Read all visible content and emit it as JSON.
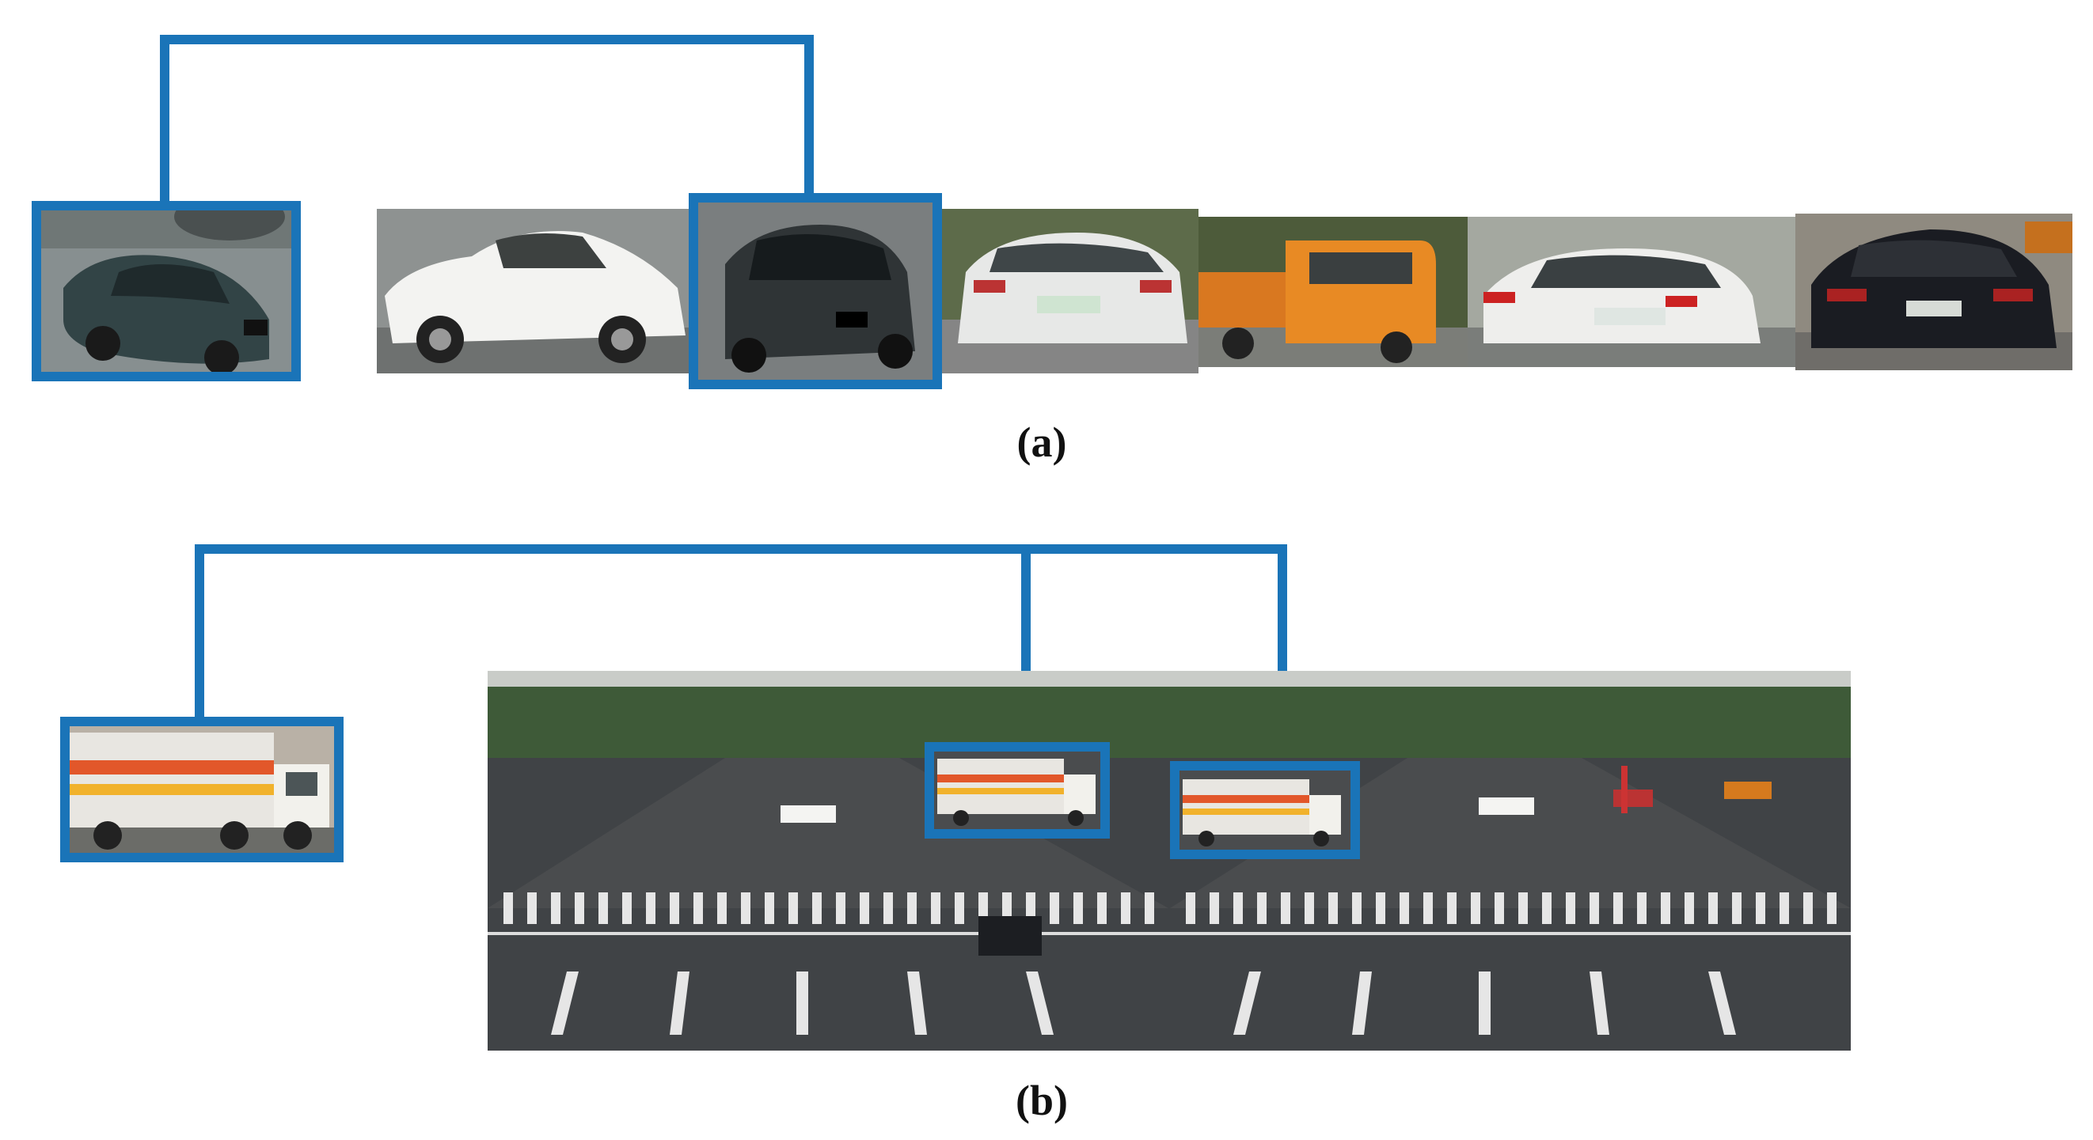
{
  "panel_a": {
    "label": "(a)",
    "query": "dark-green-hatchback",
    "gallery": [
      "white-sedan",
      "dark-green-hatchback-match",
      "white-sedan-rear",
      "orange-truck",
      "white-mercedes-rear",
      "black-sedan-rear"
    ],
    "match_color": "#1a74b8"
  },
  "panel_b": {
    "label": "(b)",
    "query": "white-box-truck",
    "scenes": [
      "intersection-frame-1",
      "intersection-frame-2"
    ],
    "match_color": "#1a74b8"
  }
}
